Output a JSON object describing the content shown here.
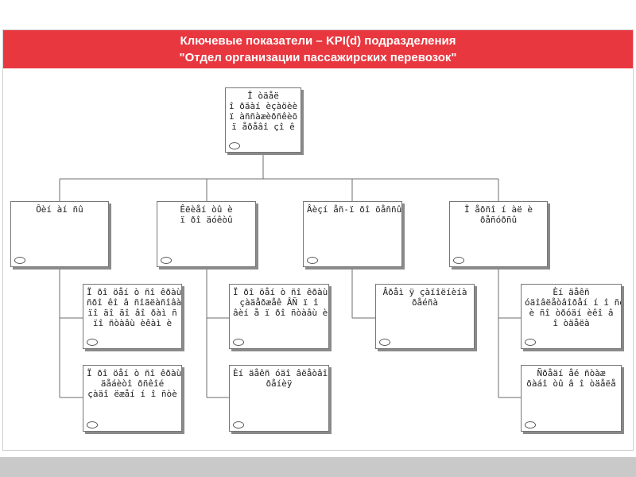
{
  "header": {
    "title_line1": "Ключевые показатели – KPI(d) подразделения",
    "title_line2": "\"Отдел организации пассажирских перевозок\""
  },
  "org_chart": {
    "root": {
      "lines": [
        "Î òäåë",
        "î ðãàí èçàöèè",
        "ï àññàæèðñêèõ",
        "ï åðåâî çî ê"
      ]
    },
    "branches": [
      {
        "label": [
          "Ôèí àí ñû"
        ],
        "children": [
          {
            "lines": [
              "Ï ðî öåí ò ñî êðàù åí èÿ",
              "ñðî êî â ñîãëàñîâàíèÿ",
              "ïî äî ãî âî ðàì  ñ",
              "ïî ñòàâù èêàì è"
            ]
          },
          {
            "lines": [
              "Ï ðî öåí ò ñî êðàù åí èÿ",
              "äåáèòî ðñêîé",
              "çàäî ëæåí í î ñòè"
            ]
          }
        ]
      },
      {
        "label": [
          "Êëèåí òû  è",
          "ï ðî äóêòû"
        ],
        "children": [
          {
            "lines": [
              "Ï ðî öåí ò ñî êðàù åí èÿ",
              "çàäåðæåê ÂÑ ï î",
              "âèí å ï ðî ñòàâù èêî â"
            ]
          },
          {
            "lines": [
              "Èí äåêñ óäî âëåòâî",
              "ðåíèÿ"
            ]
          }
        ]
      },
      {
        "label": [
          "Âèçí åñ-ï ðî öåññû"
        ],
        "children": [
          {
            "lines": [
              "Âðåì ÿ çàïîëíèíà",
              "ðåéñà"
            ]
          }
        ]
      },
      {
        "label": [
          "Ï åðñî í àë è",
          "ðåñóðñû"
        ],
        "children": [
          {
            "lines": [
              "Èí äåêñ",
              "óäîâëåòâîðåí í î ñòè",
              "è ñî òðóäí èêî â",
              "î òäåëà"
            ]
          },
          {
            "lines": [
              "Ñðåäí åé ñòàæ",
              "ðàáî òû  â î òäåëå"
            ]
          }
        ]
      }
    ]
  }
}
